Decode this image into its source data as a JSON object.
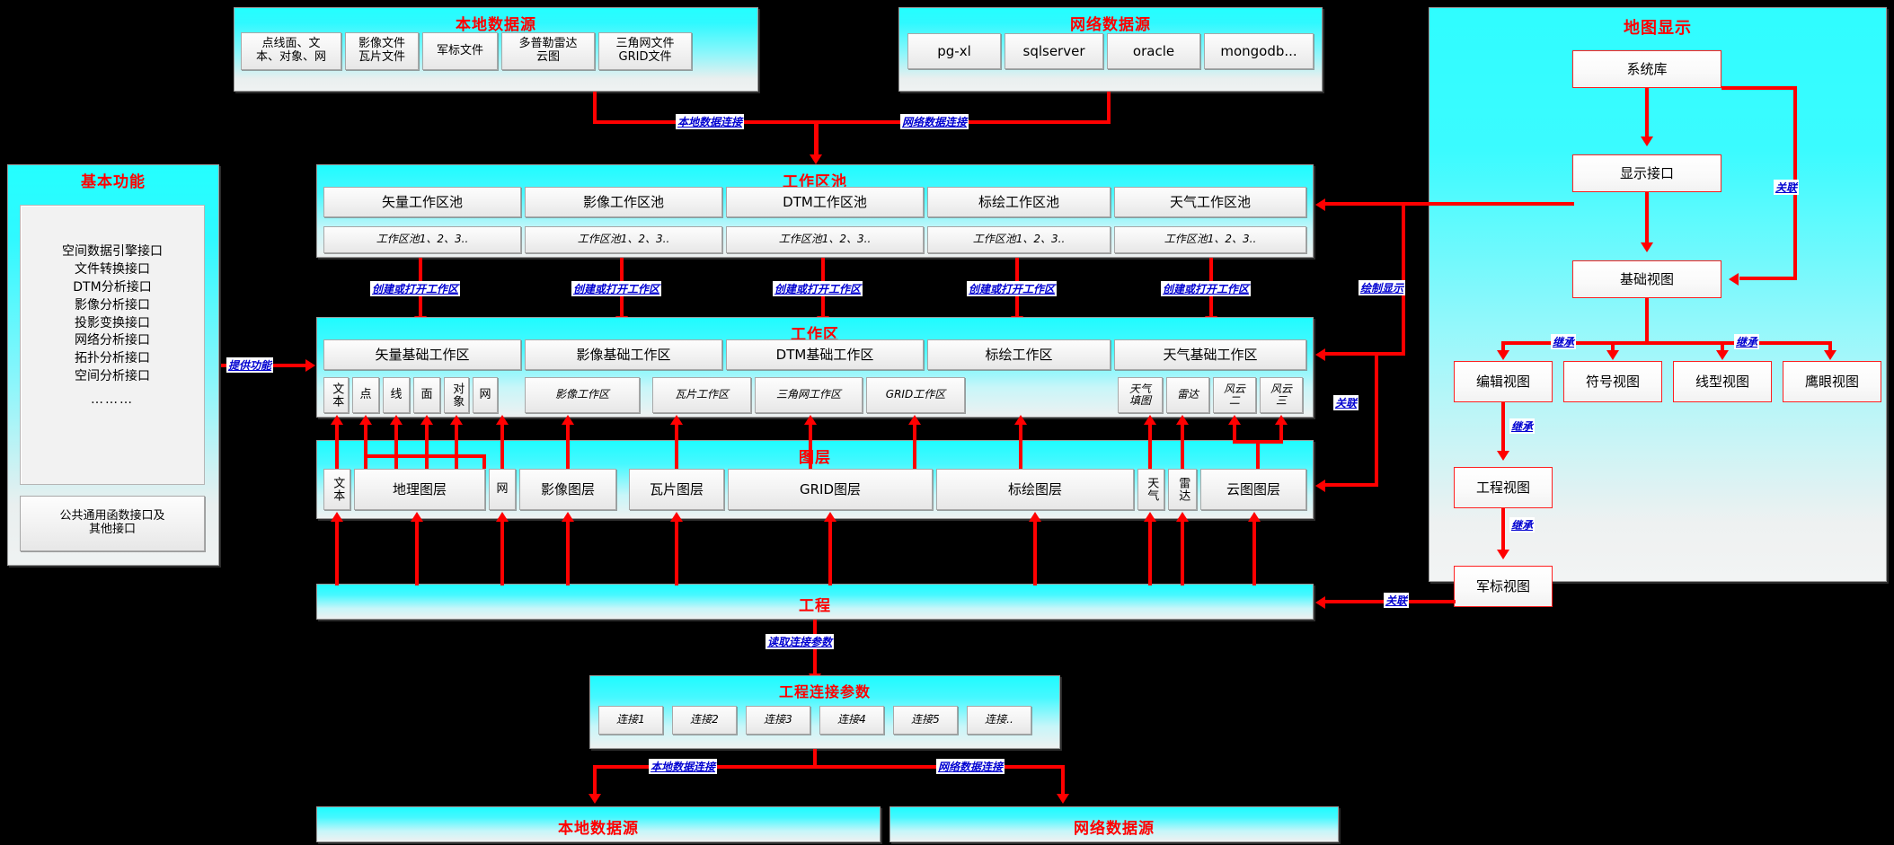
{
  "local_source": {
    "title": "本地数据源",
    "items": [
      "点线面、文本、对象、网",
      "影像文件瓦片文件",
      "军标文件",
      "多普勒雷达云图",
      "三角网文件GRID文件"
    ],
    "items_l1": [
      "点线面、文",
      "影像文件",
      "军标文件",
      "多普勒雷达",
      "三角网文件"
    ],
    "items_l2": [
      "本、对象、网",
      "瓦片文件",
      "",
      "云图",
      "GRID文件"
    ]
  },
  "net_source": {
    "title": "网络数据源",
    "items": [
      "pg-xl",
      "sqlserver",
      "oracle",
      "mongodb..."
    ]
  },
  "basic_func": {
    "title": "基本功能",
    "interfaces": [
      "空间数据引擎接口",
      "文件转换接口",
      "DTM分析接口",
      "影像分析接口",
      "投影变换接口",
      "网络分析接口",
      "拓扑分析接口",
      "空间分析接口",
      "………"
    ],
    "footer_l1": "公共通用函数接口及",
    "footer_l2": "其他接口"
  },
  "ws_pool": {
    "title": "工作区池",
    "columns": [
      "矢量工作区池",
      "影像工作区池",
      "DTM工作区池",
      "标绘工作区池",
      "天气工作区池"
    ],
    "sub_label": "工作区池1、2、3.."
  },
  "workspace": {
    "title": "工作区",
    "columns": [
      "矢量基础工作区",
      "影像基础工作区",
      "DTM基础工作区",
      "标绘工作区",
      "天气基础工作区"
    ],
    "chips": [
      "文本",
      "点",
      "线",
      "面",
      "对象",
      "网",
      "影像工作区",
      "瓦片工作区",
      "三角网工作区",
      "GRID工作区",
      "天气填图",
      "雷达",
      "风云二",
      "风云三"
    ],
    "chips_weather_l1": [
      "天气",
      "雷达",
      "风云",
      "风云"
    ],
    "chips_weather_l2": [
      "填图",
      "",
      "二",
      "三"
    ]
  },
  "layers": {
    "title": "图层",
    "items": [
      "文本",
      "地理图层",
      "网",
      "影像图层",
      "瓦片图层",
      "GRID图层",
      "标绘图层",
      "天气",
      "雷达",
      "云图图层"
    ]
  },
  "project": {
    "title": "工程"
  },
  "conn_params": {
    "title": "工程连接参数",
    "items": [
      "连接1",
      "连接2",
      "连接3",
      "连接4",
      "连接5",
      "连接.."
    ]
  },
  "bottom_local": {
    "title": "本地数据源"
  },
  "bottom_net": {
    "title": "网络数据源"
  },
  "map_display": {
    "title": "地图显示",
    "system_lib": "系统库",
    "display_api": "显示接口",
    "base_view": "基础视图",
    "views": [
      "编辑视图",
      "符号视图",
      "线型视图",
      "鹰眼视图"
    ],
    "project_view": "工程视图",
    "military_view": "军标视图"
  },
  "edge_labels": {
    "local_conn": "本地数据连接",
    "net_conn": "网络数据连接",
    "create_open_ws": "创建或打开工作区",
    "provide_func": "提供功能",
    "read_conn_param": "读取连接参数",
    "draw_display": "绘制显示",
    "relate": "关联",
    "inherit": "继承",
    "local_conn_b": "本地数据连接",
    "net_conn_b": "网络数据连接"
  },
  "colors": {
    "accent_red": "#ff0000",
    "label_blue": "#0000d0",
    "panel_cyan": "#24ffff"
  }
}
